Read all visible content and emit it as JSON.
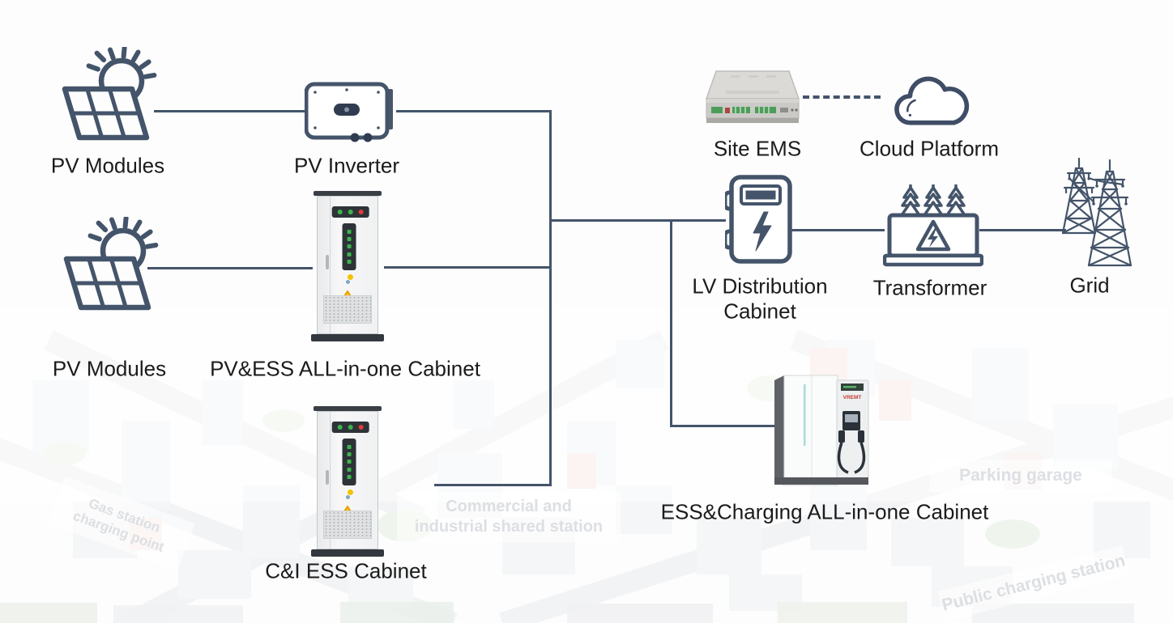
{
  "title": "PV / ESS / Charging station system diagram",
  "labels": {
    "pv_modules_top": "PV Modules",
    "pv_inverter": "PV Inverter",
    "pv_modules_mid": "PV Modules",
    "pv_ess_cabinet": "PV&ESS ALL-in-one Cabinet",
    "ci_ess_cabinet": "C&I ESS Cabinet",
    "site_ems": "Site EMS",
    "cloud_platform": "Cloud Platform",
    "lv_distribution_cabinet": "LV Distribution Cabinet",
    "transformer": "Transformer",
    "grid": "Grid",
    "ess_charging_cabinet": "ESS&Charging ALL-in-one Cabinet"
  },
  "background_labels": {
    "gas_station_charging_point": "Gas station charging point",
    "commercial_industrial_shared_station": "Commercial and industrial shared station",
    "parking_garage": "Parking garage",
    "public_charging_station": "Public charging station"
  },
  "icons": {
    "pv_modules": "solar-panel-with-sun",
    "pv_inverter": "string-inverter-unit",
    "ess_cabinet": "battery-cabinet-with-leds-warning-vent",
    "site_ems": "ems-controller-box",
    "cloud_platform": "cloud-outline",
    "lv_distribution_cabinet": "distribution-box-lightning",
    "transformer": "transformer-with-bushings",
    "grid": "transmission-towers",
    "ess_charging_cabinet": "ess-cabinet-with-ev-charger"
  },
  "colors": {
    "connector": "#44546a",
    "label_text": "#1b1b1b",
    "faded_label_text": "#dcdfe3",
    "warning_yellow": "#ffc20e",
    "led_green": "#3cb54a",
    "led_red": "#e23c3c",
    "cabinet_trim": "#33383e",
    "ems_terminal_green": "#4d9d5a"
  }
}
